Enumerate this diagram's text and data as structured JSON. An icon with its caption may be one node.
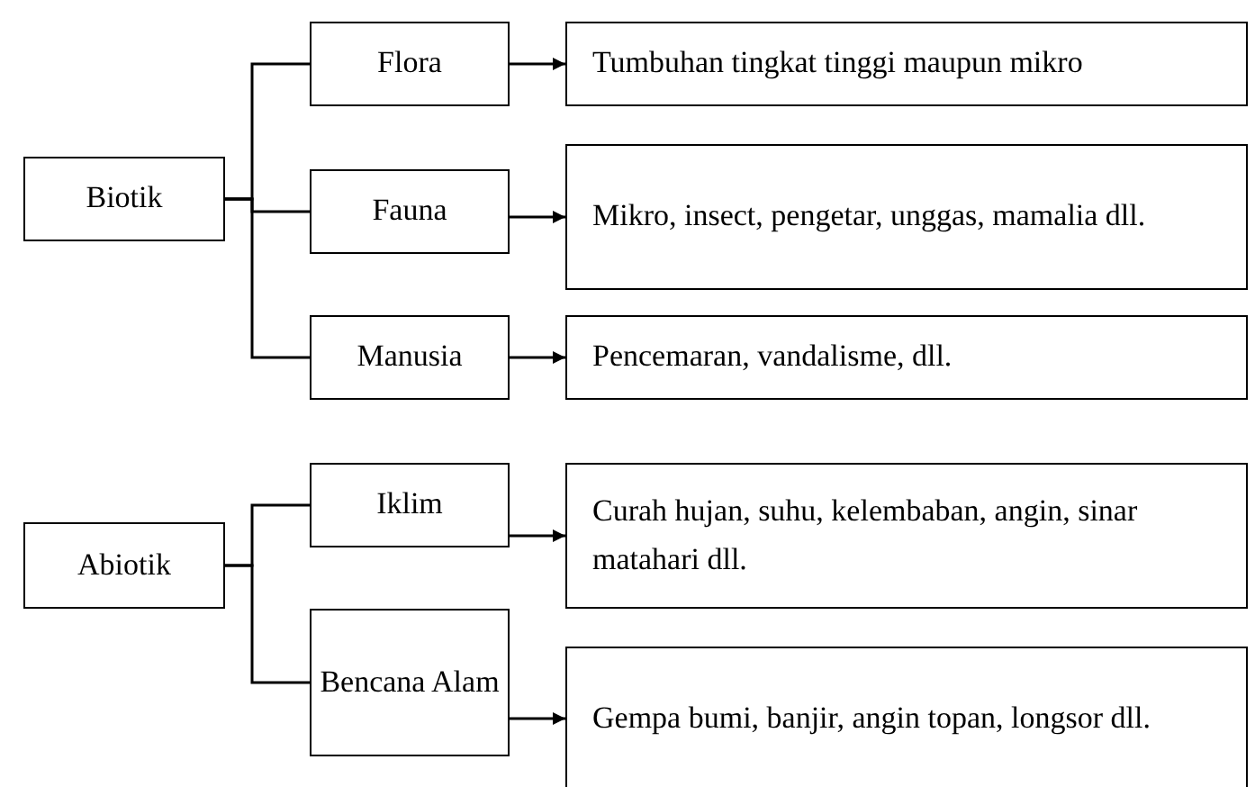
{
  "diagram": {
    "nodes": [
      {
        "text": [
          "Biotik"
        ]
      },
      {
        "text": [
          "Flora"
        ]
      },
      {
        "text": [
          "Fauna"
        ]
      },
      {
        "text": [
          "Manusia"
        ]
      },
      {
        "text": [
          "Tumbuhan tingkat tinggi maupun mikro"
        ]
      },
      {
        "text": [
          "Mikro, insect, pengetar, unggas, mamalia dll."
        ]
      },
      {
        "text": [
          "Pencemaran, vandalisme, dll."
        ]
      },
      {
        "text": [
          "Abiotik"
        ]
      },
      {
        "text": [
          "Iklim"
        ]
      },
      {
        "text": [
          "Bencana Alam"
        ]
      },
      {
        "text": [
          "Curah hujan, suhu, kelembaban, angin, sinar matahari dll."
        ]
      },
      {
        "text": [
          "Gempa bumi, banjir, angin topan, longsor dll."
        ]
      }
    ],
    "edges": [
      {
        "from": 0,
        "to": 1,
        "arrow": "none"
      },
      {
        "from": 0,
        "to": 2,
        "arrow": "none"
      },
      {
        "from": 0,
        "to": 3,
        "arrow": "none"
      },
      {
        "from": 1,
        "to": 4,
        "arrow": "to"
      },
      {
        "from": 2,
        "to": 5,
        "arrow": "to"
      },
      {
        "from": 3,
        "to": 6,
        "arrow": "to"
      },
      {
        "from": 7,
        "to": 8,
        "arrow": "none"
      },
      {
        "from": 7,
        "to": 9,
        "arrow": "none"
      },
      {
        "from": 8,
        "to": 10,
        "arrow": "to"
      },
      {
        "from": 9,
        "to": 11,
        "arrow": "to"
      }
    ]
  }
}
